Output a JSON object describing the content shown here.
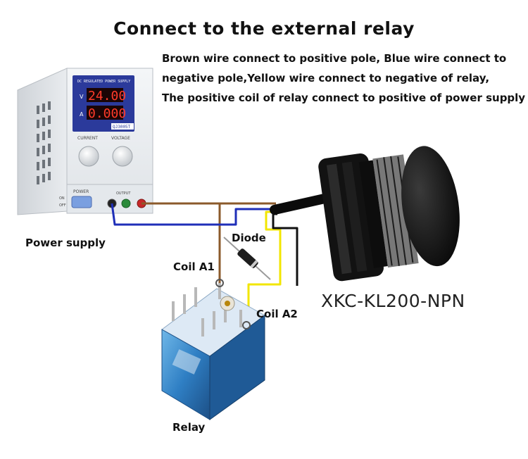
{
  "title": "Connect to the external relay",
  "description_lines": [
    "Brown wire connect to positive pole, Blue wire connect to",
    "negative pole,Yellow wire connect to negative of relay,",
    "The positive coil of relay connect to positive of power supply"
  ],
  "labels": {
    "power_supply": "Power supply",
    "diode": "Diode",
    "coil_a1": "Coil A1",
    "coil_a2": "Coil A2",
    "relay": "Relay",
    "sensor_model": "XKC-KL200-NPN"
  },
  "psu": {
    "brand_text": "DC REGULATED POWER SUPPLY",
    "voltage_reading": "24.00",
    "current_reading": "0.000",
    "v_unit": "V",
    "a_unit": "A",
    "model": "QJ3005T",
    "current_label": "CURRENT",
    "voltage_label": "VOLTAGE",
    "power_label": "POWER",
    "output_label": "OUTPUT",
    "on_label": "ON",
    "off_label": "OFF"
  },
  "wire_colors": {
    "brown": "#8b5a2b",
    "blue": "#1f2fb8",
    "yellow": "#f2e600",
    "black": "#111111"
  }
}
